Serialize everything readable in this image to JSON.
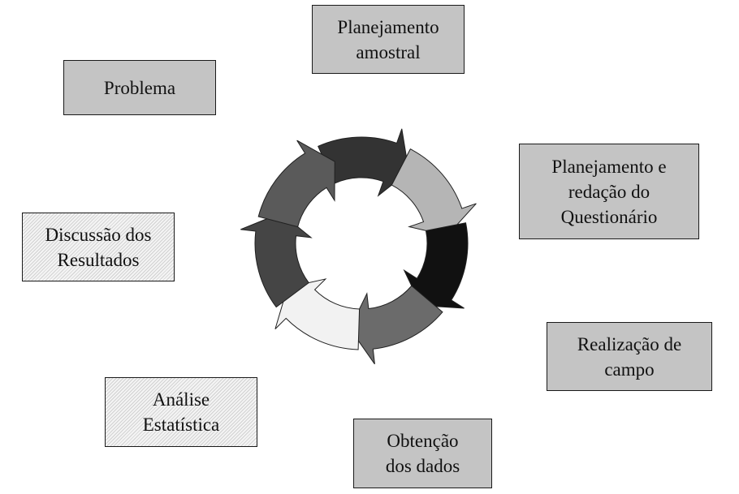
{
  "steps": [
    {
      "lines": [
        "Planejamento",
        "amostral"
      ]
    },
    {
      "lines": [
        "Planejamento e",
        "redação do",
        "Questionário"
      ]
    },
    {
      "lines": [
        "Realização de",
        "campo"
      ]
    },
    {
      "lines": [
        "Obtenção",
        "dos dados"
      ]
    },
    {
      "lines": [
        "Análise",
        "Estatística"
      ]
    },
    {
      "lines": [
        "Discussão dos",
        "Resultados"
      ]
    },
    {
      "lines": [
        "Problema"
      ]
    }
  ],
  "cycle": {
    "arrow_count": 7,
    "arrow_colors": [
      "#333333",
      "#b5b5b5",
      "#111111",
      "#6b6b6b",
      "#f2f2f2",
      "#454545",
      "#5a5a5a",
      "#c4c4c4"
    ],
    "outline_color": "#202020"
  },
  "box_styles": {
    "solid_fill": "#c4c4c4",
    "hatched_fill": "#f4f4f4"
  }
}
